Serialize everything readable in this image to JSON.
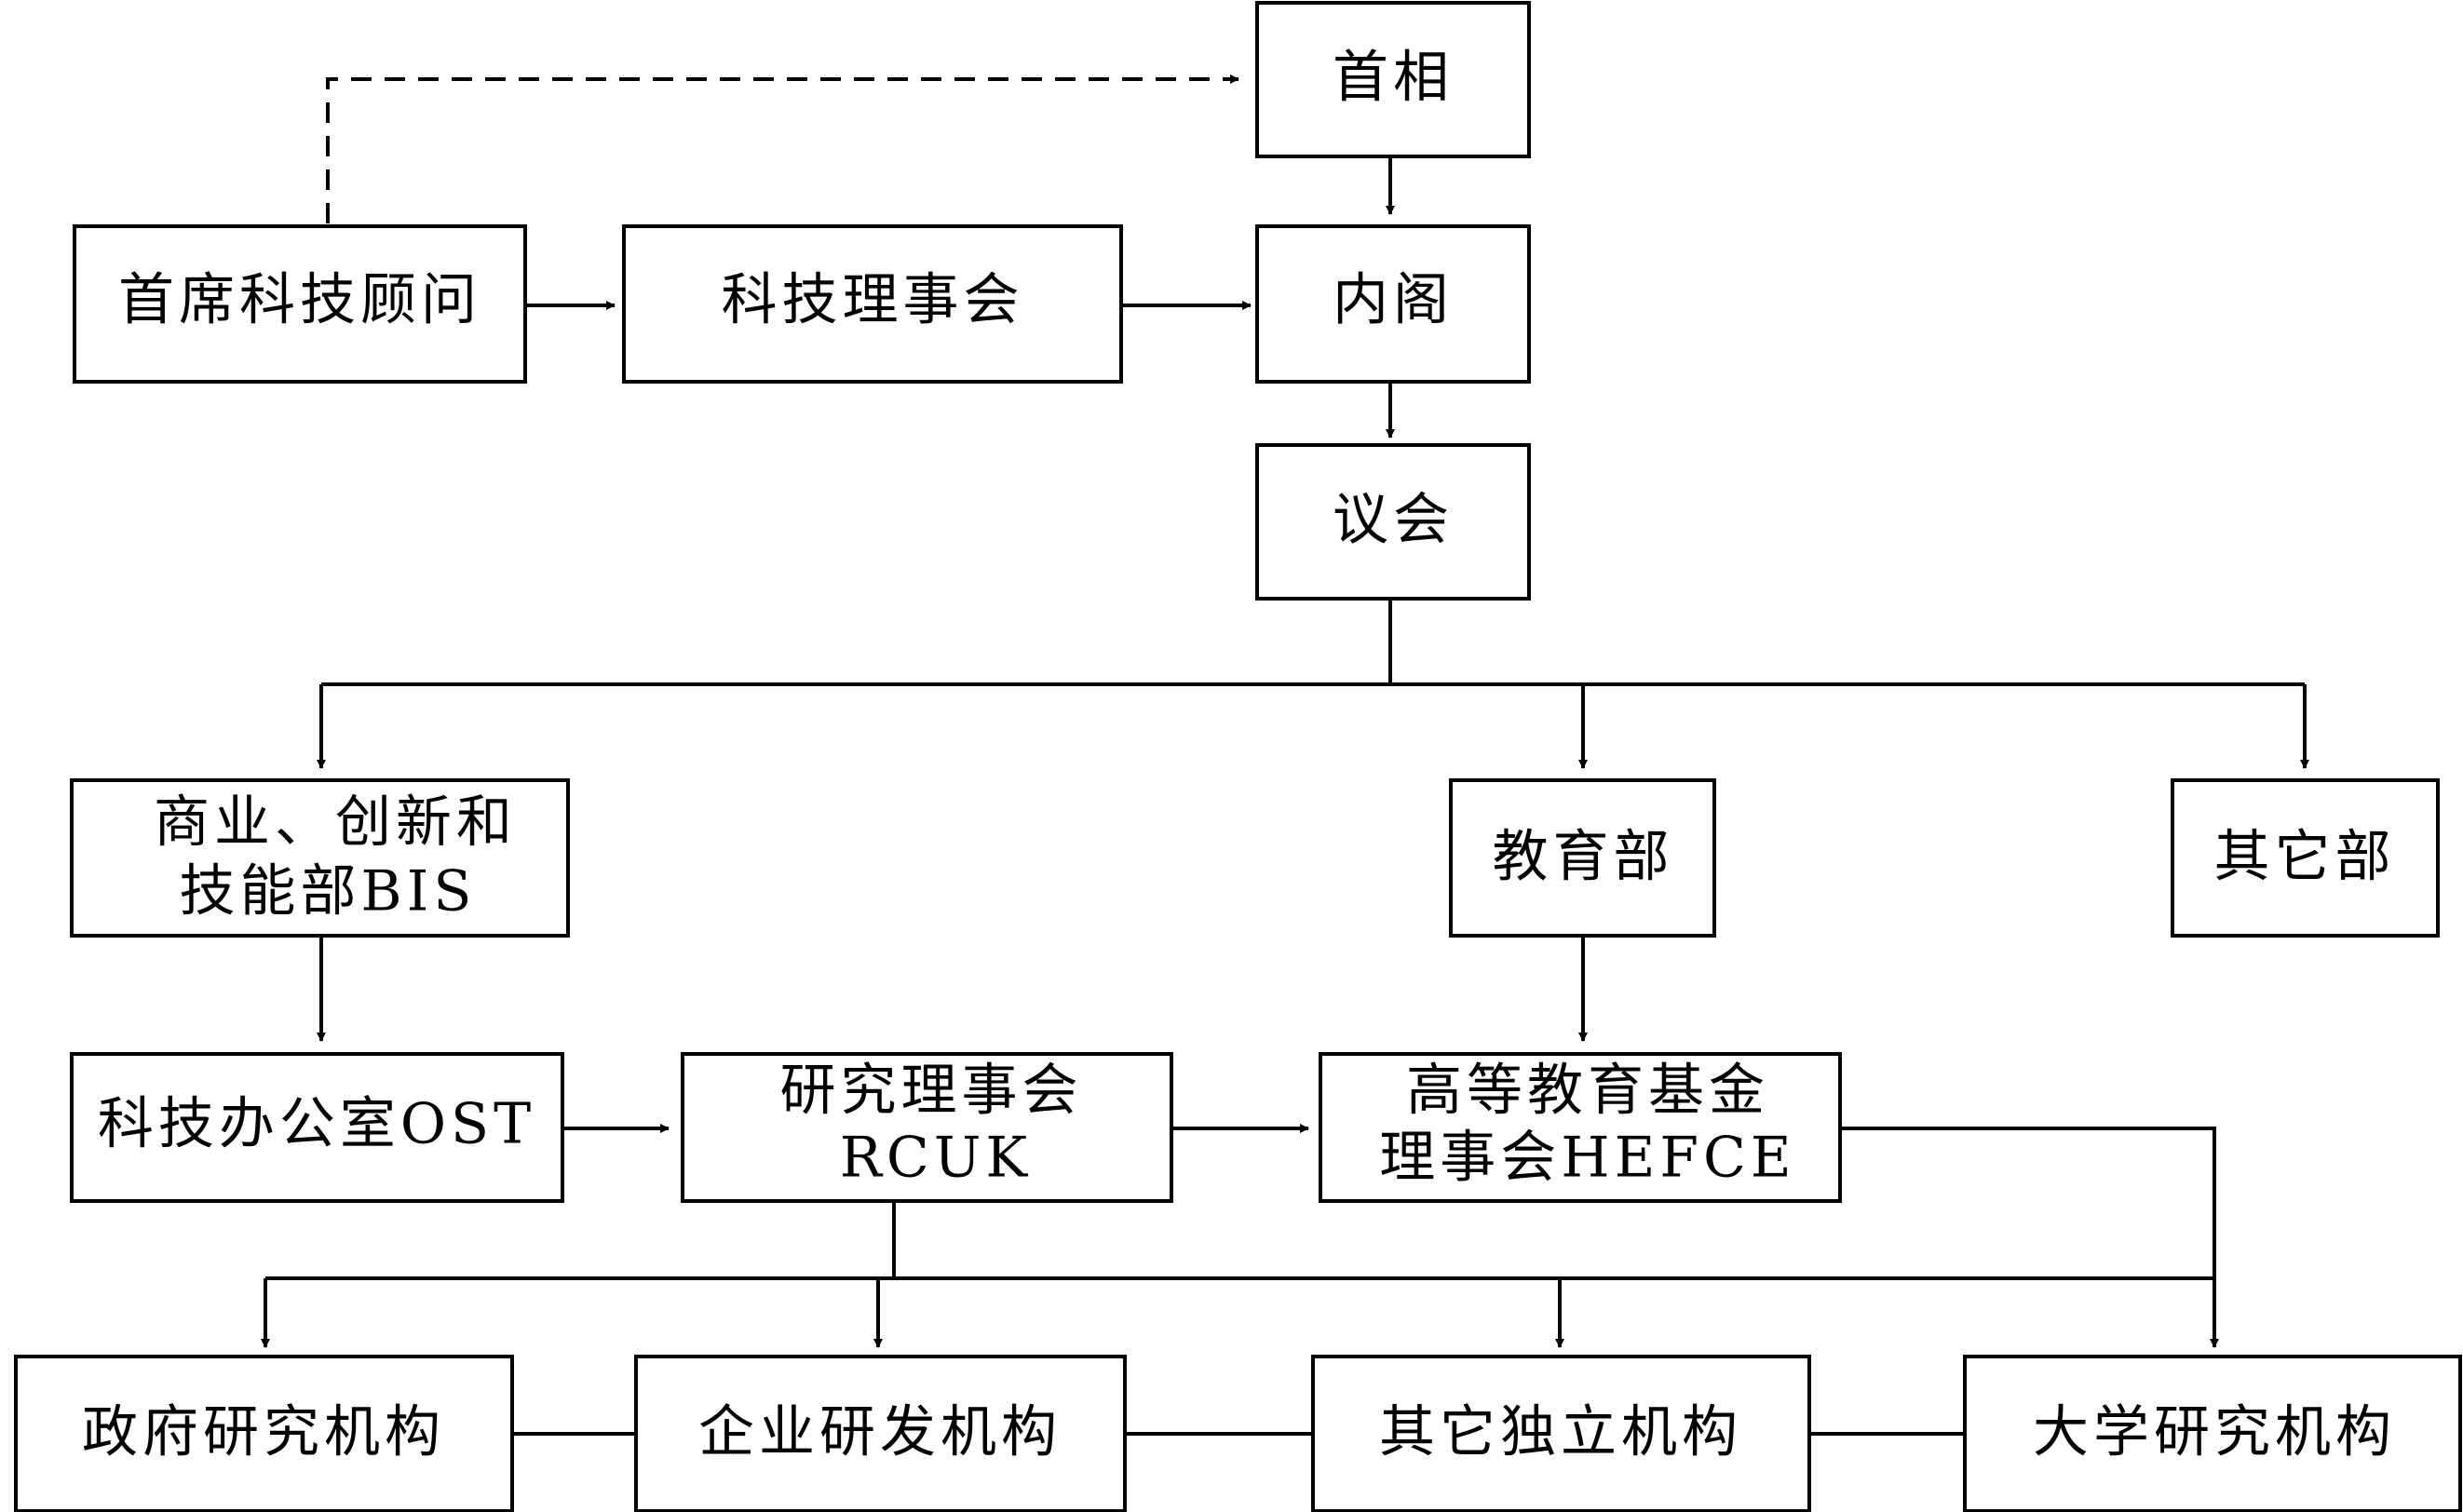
{
  "nodes": {
    "prime_minister": "首相",
    "chief_advisor": "首席科技顾问",
    "st_council": "科技理事会",
    "cabinet": "内阁",
    "parliament": "议会",
    "bis": [
      "商业、创新和",
      "技能部BIS"
    ],
    "education_dept": "教育部",
    "other_depts": "其它部",
    "ost": "科技办公室OST",
    "rcuk": [
      "研究理事会",
      "RCUK"
    ],
    "hefce": [
      "高等教育基金",
      "理事会HEFCE"
    ],
    "gov_research": "政府研究机构",
    "enterprise_rd": "企业研发机构",
    "other_independent": "其它独立机构",
    "university_research": "大学研究机构"
  }
}
